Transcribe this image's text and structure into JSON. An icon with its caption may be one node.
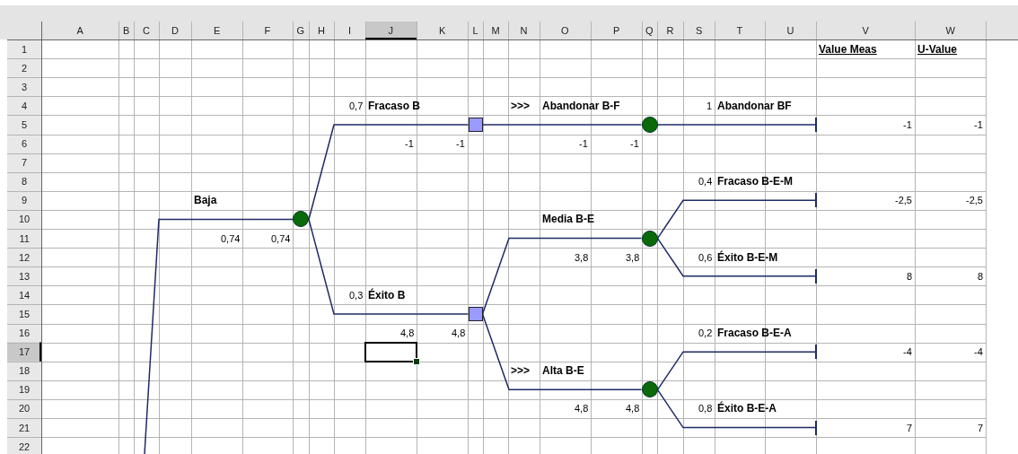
{
  "diagram": {
    "nodes": [
      {
        "text": [],
        "shape": "circle"
      },
      {
        "text": [],
        "shape": "box"
      },
      {
        "text": [],
        "shape": "box"
      },
      {
        "text": [],
        "shape": "circle"
      },
      {
        "text": [],
        "shape": "circle"
      },
      {
        "text": [],
        "shape": "circle"
      },
      {
        "text": [],
        "shape": "bar"
      },
      {
        "text": [],
        "shape": "bar"
      },
      {
        "text": [],
        "shape": "bar"
      },
      {
        "text": [],
        "shape": "bar"
      },
      {
        "text": [],
        "shape": "bar"
      }
    ],
    "edges": [
      {
        "from": null,
        "to": 0,
        "arrow": "none"
      },
      {
        "from": 0,
        "to": 1,
        "arrow": "none"
      },
      {
        "from": 0,
        "to": 2,
        "arrow": "none"
      },
      {
        "from": 1,
        "to": 3,
        "arrow": "none"
      },
      {
        "from": 2,
        "to": 4,
        "arrow": "none"
      },
      {
        "from": 2,
        "to": 5,
        "arrow": "none"
      },
      {
        "from": 3,
        "to": 6,
        "arrow": "none"
      },
      {
        "from": 4,
        "to": 7,
        "arrow": "none"
      },
      {
        "from": 4,
        "to": 8,
        "arrow": "none"
      },
      {
        "from": 5,
        "to": 9,
        "arrow": "none"
      },
      {
        "from": 5,
        "to": 10,
        "arrow": "none"
      }
    ],
    "labels": [
      "A",
      "B",
      "C",
      "D",
      "E",
      "F",
      "G",
      "H",
      "I",
      "J",
      "K",
      "L",
      "M",
      "N",
      "O",
      "P",
      "Q",
      "R",
      "S",
      "T",
      "U",
      "V",
      "W",
      "1",
      "Value Meas",
      "U-Value",
      "2",
      "3",
      "4",
      "0,7",
      "Fracaso B",
      ">>>",
      "Abandonar B-F",
      "1",
      "Abandonar BF",
      "5",
      "-1",
      "-1",
      "6",
      "-1",
      "-1",
      "-1",
      "-1",
      "7",
      "8",
      "0,4",
      "Fracaso B-E-M",
      "9",
      "Baja",
      "-2,5",
      "-2,5",
      "10",
      "Media B-E",
      "11",
      "0,74",
      "0,74",
      "12",
      "3,8",
      "3,8",
      "0,6",
      "Éxito B-E-M",
      "13",
      "8",
      "8",
      "14",
      "0,3",
      "Éxito B",
      "15",
      "16",
      "4,8",
      "4,8",
      "0,2",
      "Fracaso B-E-A",
      "17",
      "-4",
      "-4",
      "18",
      ">>>",
      "Alta B-E",
      "19",
      "20",
      "4,8",
      "4,8",
      "0,8",
      "Éxito B-E-A",
      "21",
      "7",
      "7",
      "22"
    ]
  }
}
